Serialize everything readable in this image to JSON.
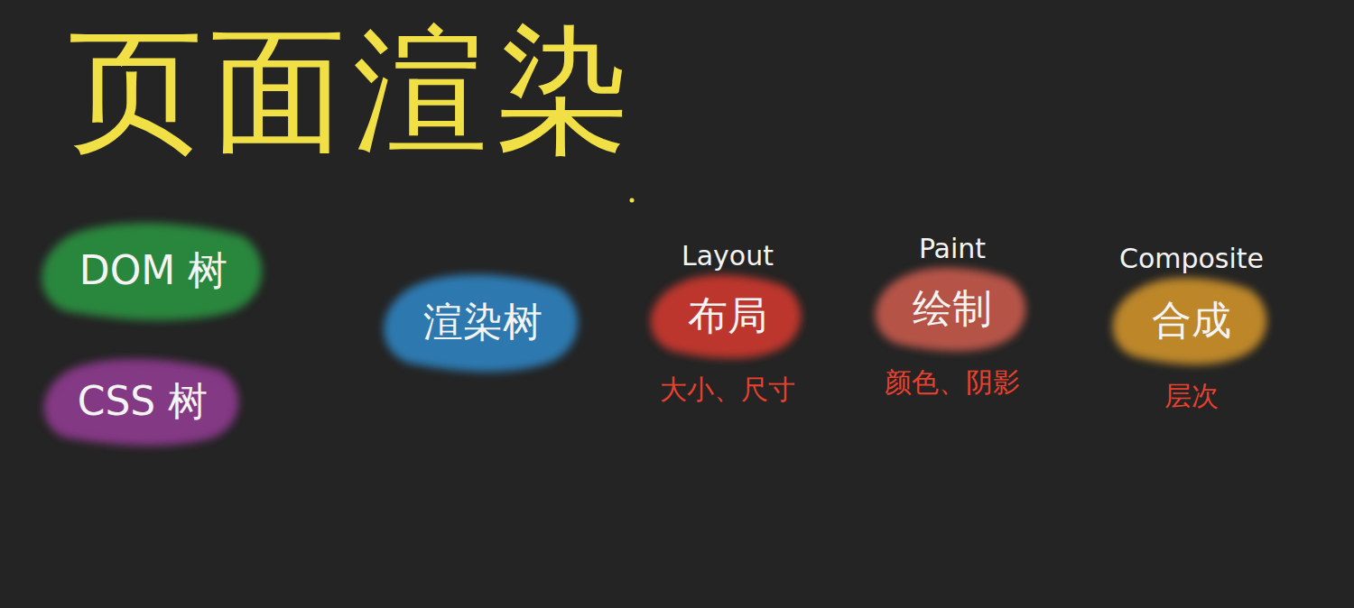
{
  "diagram": {
    "title": "页面渲染",
    "nodes": [
      {
        "text": [
          "DOM 树"
        ]
      },
      {
        "text": [
          "CSS 树"
        ]
      },
      {
        "text": [
          "渲染树"
        ]
      },
      {
        "text": [
          "Layout",
          "布局",
          "大小、尺寸"
        ]
      },
      {
        "text": [
          "Paint",
          "绘制",
          "颜色、阴影"
        ]
      },
      {
        "text": [
          "Composite",
          "合成",
          "层次"
        ]
      }
    ]
  }
}
